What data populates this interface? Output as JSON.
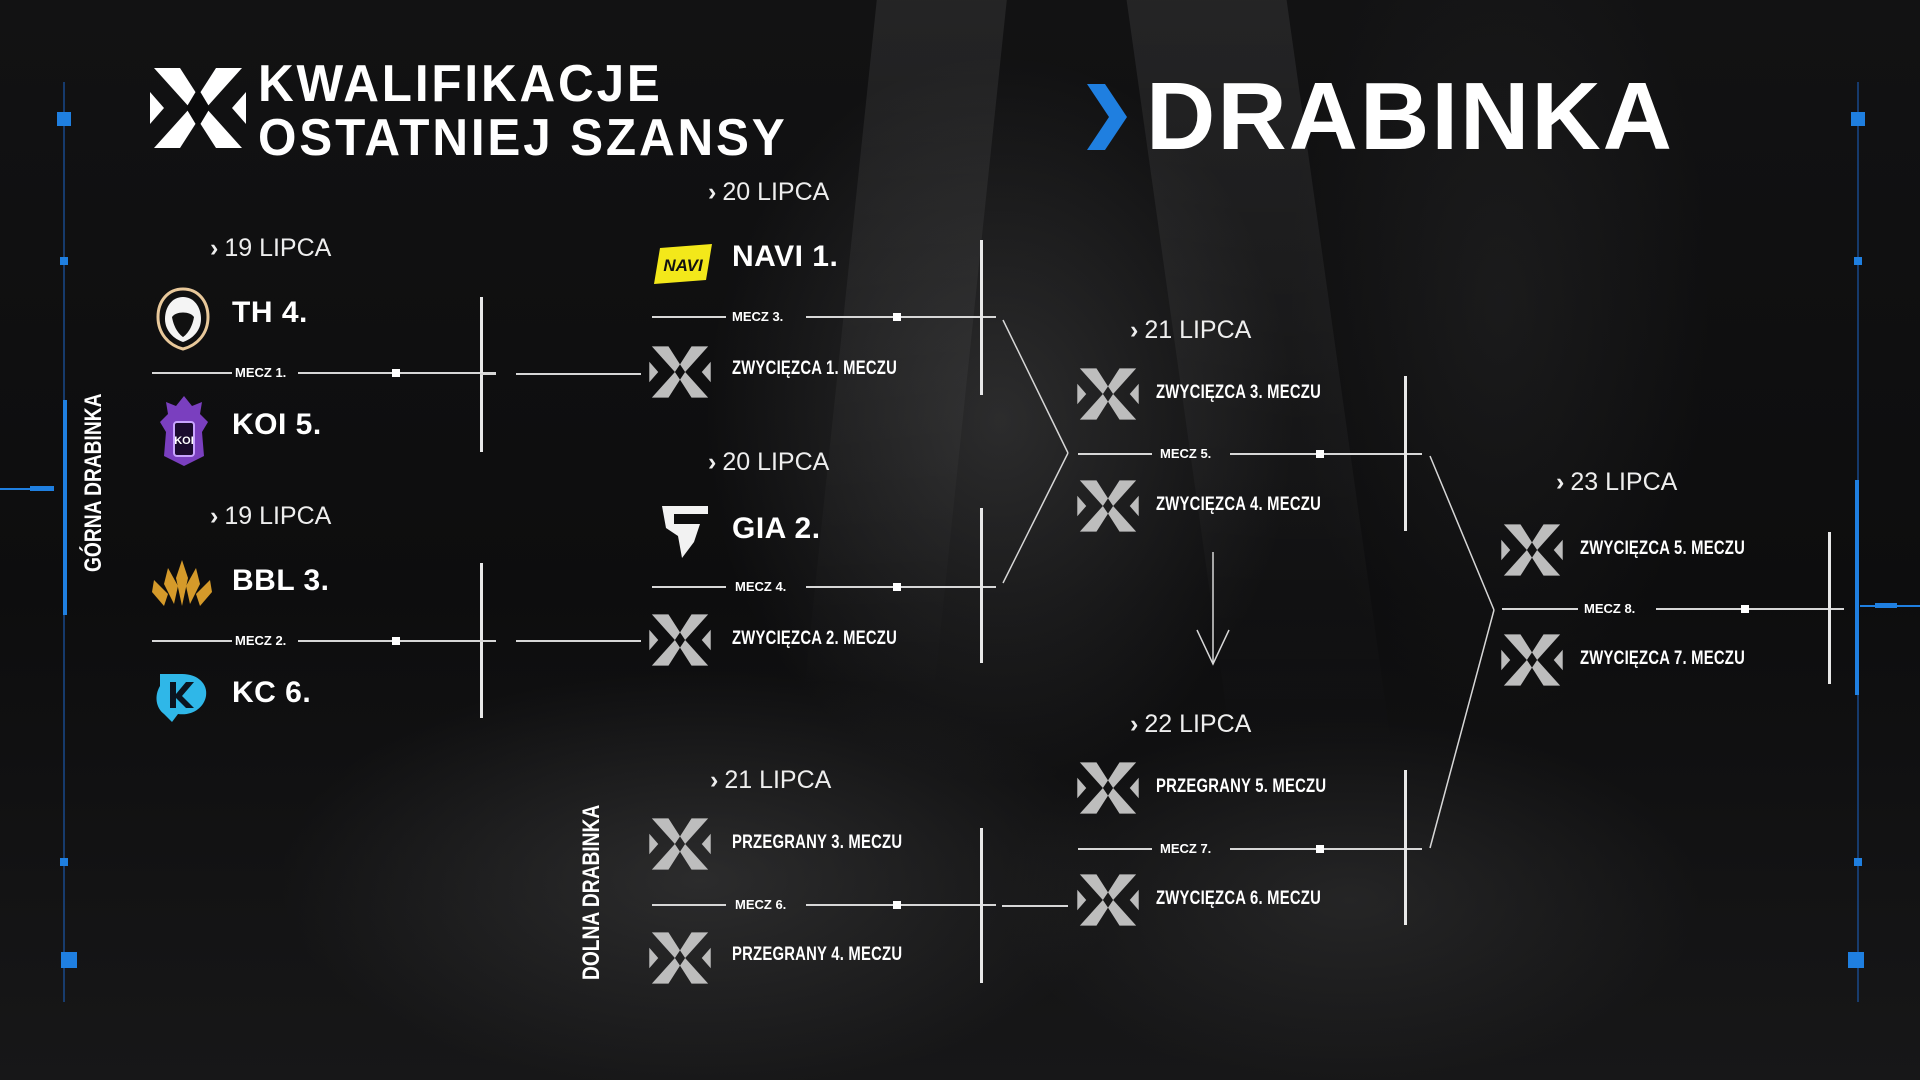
{
  "header": {
    "title_line1": "KWALIFIKACJE",
    "title_line2": "OSTATNIEJ SZANSY",
    "page_title": "DRABINKA"
  },
  "sections": {
    "upper": "GÓRNA DRABINKA",
    "lower": "DOLNA DRABINKA"
  },
  "colors": {
    "accent_blue": "#1f7fe0",
    "navi_yellow": "#f3e81a",
    "koi_purple": "#7a3fbf",
    "bbl_gold": "#d59a2a",
    "kc_cyan": "#2fb7e8"
  },
  "round1": {
    "match1": {
      "date": "19 LIPCA",
      "team_a": "TH 4.",
      "team_b": "KOI 5.",
      "label": "MECZ 1."
    },
    "match2": {
      "date": "19 LIPCA",
      "team_a": "BBL 3.",
      "team_b": "KC 6.",
      "label": "MECZ 2."
    }
  },
  "round2": {
    "match3": {
      "date": "20 LIPCA",
      "team_a": "NAVI 1.",
      "team_b": "ZWYCIĘZCA 1. MECZU",
      "label": "MECZ 3."
    },
    "match4": {
      "date": "20 LIPCA",
      "team_a": "GIA 2.",
      "team_b": "ZWYCIĘZCA 2. MECZU",
      "label": "MECZ 4."
    },
    "match6": {
      "date": "21 LIPCA",
      "team_a": "PRZEGRANY 3. MECZU",
      "team_b": "PRZEGRANY 4. MECZU",
      "label": "MECZ 6."
    }
  },
  "round3": {
    "match5": {
      "date": "21 LIPCA",
      "team_a": "ZWYCIĘZCA 3. MECZU",
      "team_b": "ZWYCIĘZCA 4. MECZU",
      "label": "MECZ 5."
    },
    "match7": {
      "date": "22 LIPCA",
      "team_a": "PRZEGRANY 5. MECZU",
      "team_b": "ZWYCIĘZCA 6. MECZU",
      "label": "MECZ 7."
    }
  },
  "final": {
    "match8": {
      "date": "23 LIPCA",
      "team_a": "ZWYCIĘZCA 5. MECZU",
      "team_b": "ZWYCIĘZCA 7. MECZU",
      "label": "MECZ 8."
    }
  },
  "icons": {
    "vct": "vct-logo-icon",
    "chevron": "chevron-right-icon"
  }
}
